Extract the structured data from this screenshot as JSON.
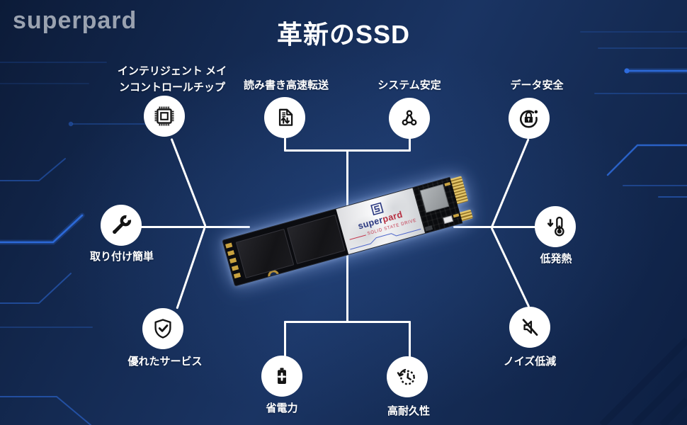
{
  "brand": {
    "logo_text": "superpard"
  },
  "title": "革新のSSD",
  "features": [
    {
      "id": "controller-chip",
      "label": "インテリジェント メイ\nンコントロールチップ",
      "icon": "cpu-chip-icon"
    },
    {
      "id": "fast-transfer",
      "label": "読み書き高速転送",
      "icon": "file-transfer-icon"
    },
    {
      "id": "system-stability",
      "label": "システム安定",
      "icon": "network-triangle-icon"
    },
    {
      "id": "data-safety",
      "label": "データ安全",
      "icon": "lock-circle-icon"
    },
    {
      "id": "easy-install",
      "label": "取り付け簡単",
      "icon": "wrench-icon"
    },
    {
      "id": "low-heat",
      "label": "低発熱",
      "icon": "thermometer-down-icon"
    },
    {
      "id": "good-service",
      "label": "優れたサービス",
      "icon": "shield-check-icon"
    },
    {
      "id": "noise-reduction",
      "label": "ノイズ低減",
      "icon": "mute-speaker-icon"
    },
    {
      "id": "power-saving",
      "label": "省電力",
      "icon": "battery-plus-icon"
    },
    {
      "id": "high-durability",
      "label": "高耐久性",
      "icon": "endurance-clock-icon"
    }
  ],
  "product": {
    "brand_super": "super",
    "brand_pard": "pard",
    "label_subtitle": "SOLID STATE DRIVE"
  },
  "colors": {
    "background_navy": "#142A52",
    "trace_blue": "#2F6FE4",
    "text_white": "#FFFFFF",
    "logo_gray": "#9AA2B0",
    "label_blue": "#27357E",
    "label_red": "#B52C3E",
    "gold": "#C9A23F"
  }
}
